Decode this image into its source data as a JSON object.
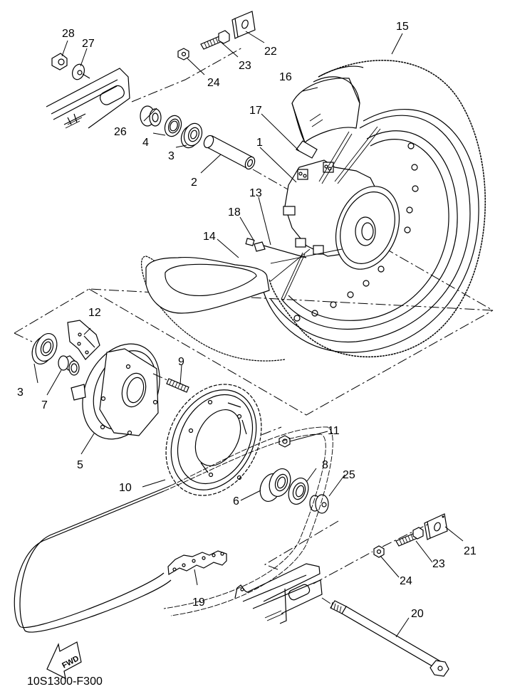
{
  "diagram": {
    "title": "Rear Wheel Exploded Parts Diagram",
    "code": "10S1300-F300",
    "direction_label": "FWD",
    "callouts": [
      {
        "id": "28",
        "label": "28"
      },
      {
        "id": "27",
        "label": "27"
      },
      {
        "id": "24a",
        "label": "24"
      },
      {
        "id": "23a",
        "label": "23"
      },
      {
        "id": "22",
        "label": "22"
      },
      {
        "id": "15",
        "label": "15"
      },
      {
        "id": "16",
        "label": "16"
      },
      {
        "id": "17",
        "label": "17"
      },
      {
        "id": "1",
        "label": "1"
      },
      {
        "id": "26",
        "label": "26"
      },
      {
        "id": "4",
        "label": "4"
      },
      {
        "id": "3a",
        "label": "3"
      },
      {
        "id": "2",
        "label": "2"
      },
      {
        "id": "13",
        "label": "13"
      },
      {
        "id": "18",
        "label": "18"
      },
      {
        "id": "14",
        "label": "14"
      },
      {
        "id": "12",
        "label": "12"
      },
      {
        "id": "3b",
        "label": "3"
      },
      {
        "id": "7",
        "label": "7"
      },
      {
        "id": "9",
        "label": "9"
      },
      {
        "id": "5",
        "label": "5"
      },
      {
        "id": "11",
        "label": "11"
      },
      {
        "id": "10",
        "label": "10"
      },
      {
        "id": "6",
        "label": "6"
      },
      {
        "id": "8",
        "label": "8"
      },
      {
        "id": "25",
        "label": "25"
      },
      {
        "id": "21",
        "label": "21"
      },
      {
        "id": "23b",
        "label": "23"
      },
      {
        "id": "24b",
        "label": "24"
      },
      {
        "id": "19",
        "label": "19"
      },
      {
        "id": "20",
        "label": "20"
      }
    ]
  }
}
